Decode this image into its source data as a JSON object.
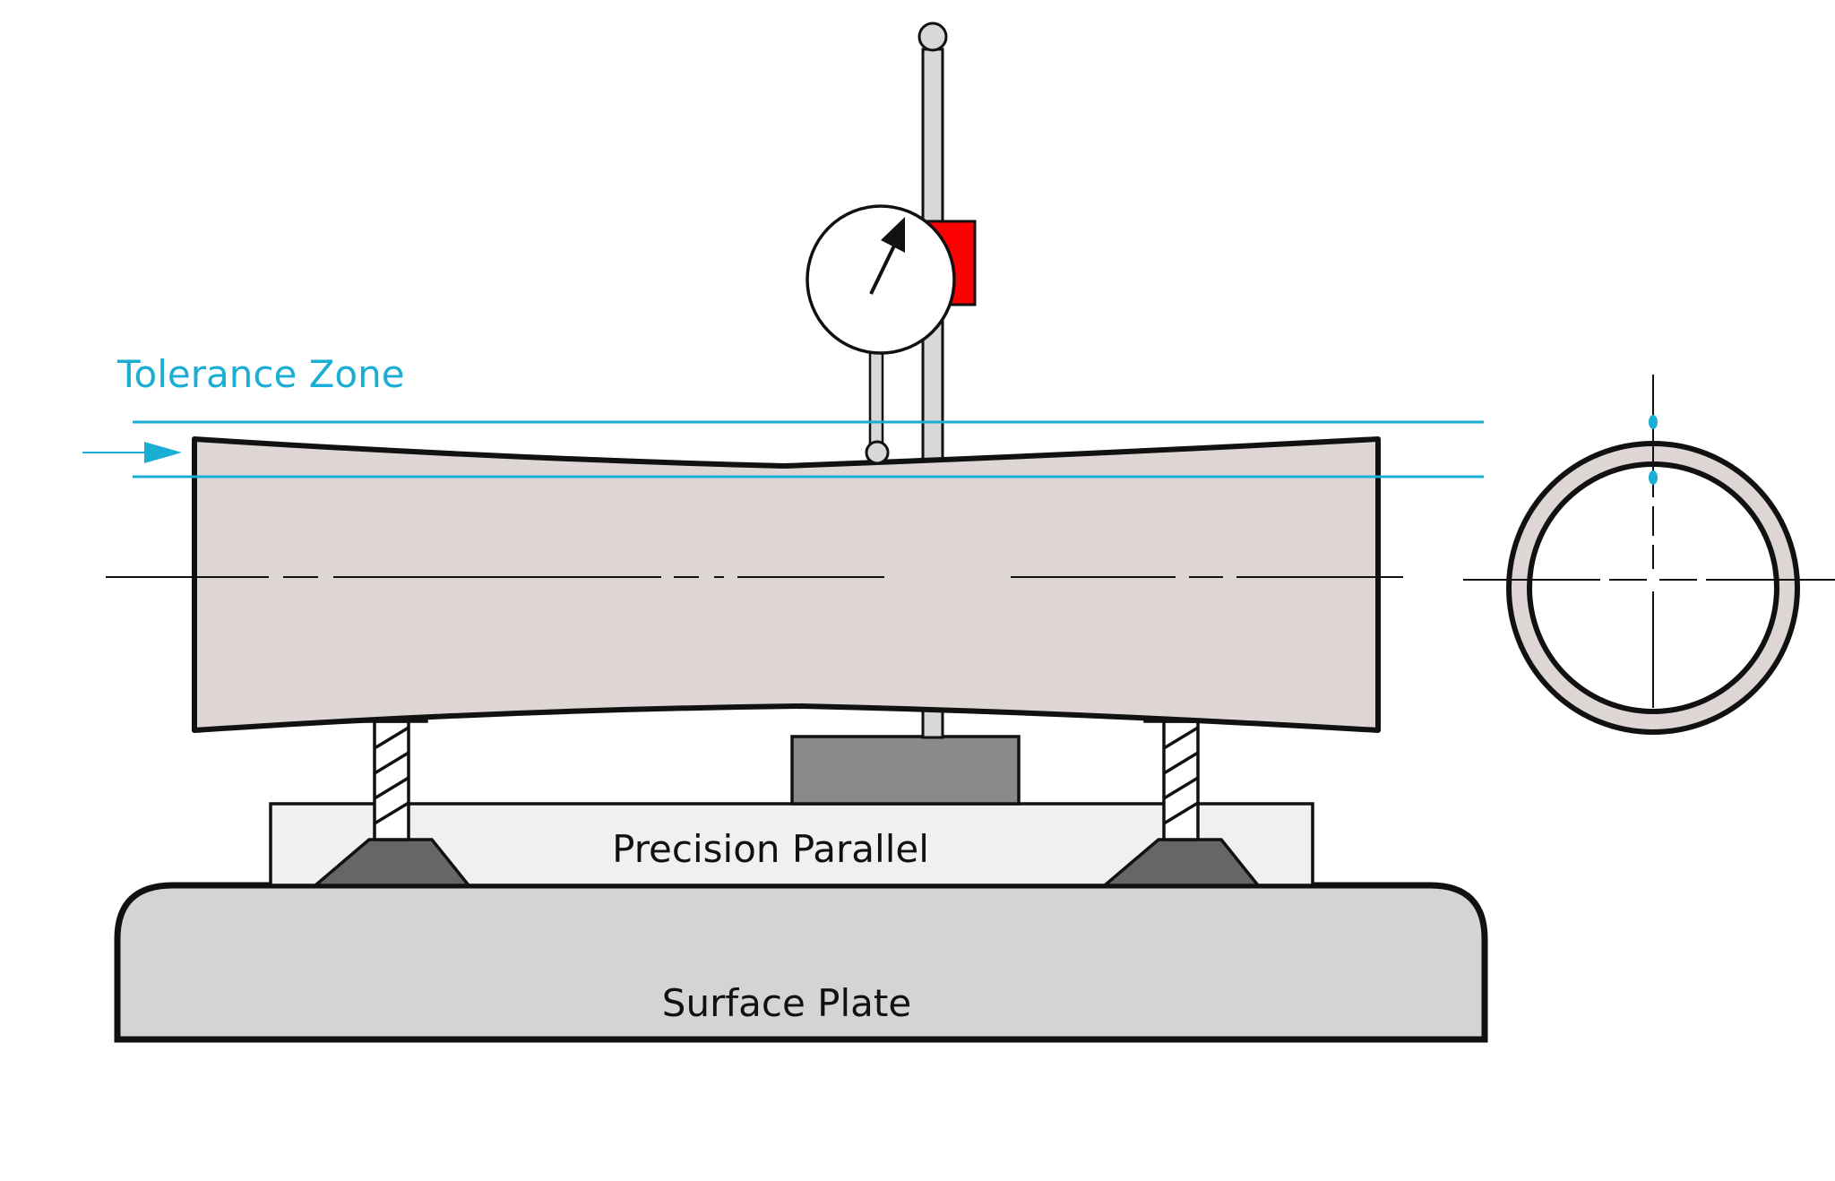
{
  "labels": {
    "tolerance_zone": "Tolerance Zone",
    "precision_parallel": "Precision Parallel",
    "surface_plate": "Surface Plate"
  },
  "colors": {
    "tolerance": "#1aaed4",
    "part_fill": "#ded5d5",
    "plate_fill": "#d4d4d4",
    "parallel_fill": "#f0f0f0",
    "gauge_block": "#8a8a8a",
    "jack_base": "#666666",
    "stand": "#d8d8d8",
    "indicator_clamp": "#ff0000",
    "outline": "#111111"
  },
  "icons": {
    "dial_indicator": "dial-indicator-icon",
    "end_view": "tube-cross-section"
  }
}
